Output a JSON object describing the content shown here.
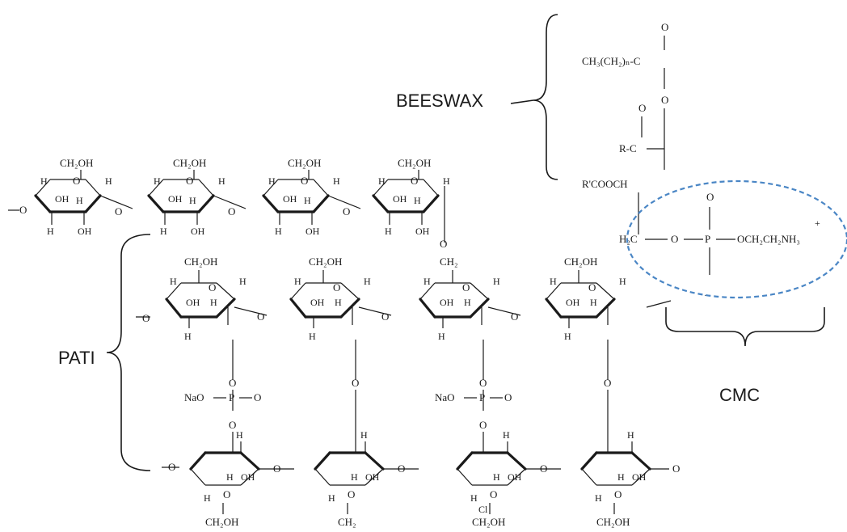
{
  "labels": {
    "beeswax": "BEESWAX",
    "pati": "PATI",
    "cmc": "CMC"
  },
  "atoms": {
    "ch2oh": "CH₂OH",
    "ch2": "CH₂",
    "oh": "OH",
    "h": "H",
    "o": "O",
    "p": "P",
    "c": "C",
    "h2c": "H₂C",
    "r_c": "R-C",
    "r_prime_cooch": "R'COOCH",
    "och2ch2nh3": "OCH₂CH₂NH₃",
    "plus": "+",
    "minus": "–",
    "nao": "NaO",
    "cl": "Cl",
    "ch3chain": "CH₃(CH₂)ₙ-C"
  },
  "colors": {
    "ink": "#1a1a1a",
    "cmc_outline": "#4a86c5",
    "background": "#ffffff"
  }
}
